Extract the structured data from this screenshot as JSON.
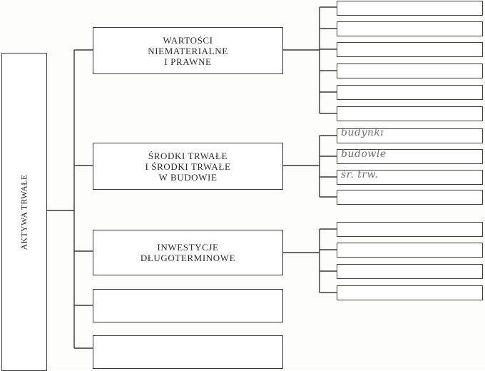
{
  "root": {
    "label": "AKTYWA TRWAŁE"
  },
  "categories": [
    {
      "lines": [
        "WARTOŚCI",
        "NIEMATERIALNE",
        "I PRAWNE"
      ]
    },
    {
      "lines": [
        "ŚRODKI TRWAŁE",
        "I ŚRODKI TRWAŁE",
        "W BUDOWIE"
      ]
    },
    {
      "lines": [
        "INWESTYCJE",
        "DŁUGOTERMINOWE"
      ]
    },
    {
      "lines": []
    },
    {
      "lines": []
    }
  ],
  "handwritten": {
    "line1": "budynki",
    "line2": "budowle",
    "line3": "śr. trw."
  }
}
